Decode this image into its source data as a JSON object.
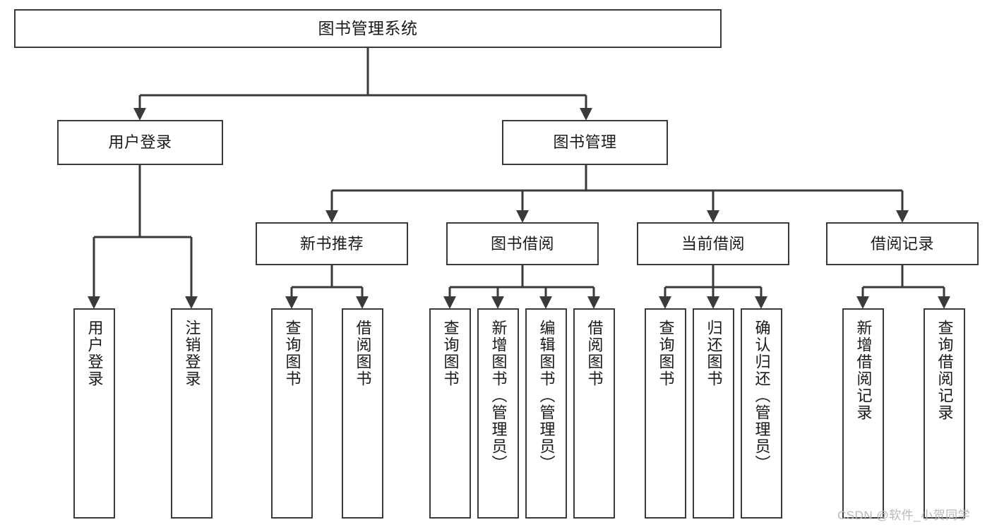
{
  "diagram": {
    "title": "图书管理系统",
    "type": "functional-decomposition-tree",
    "root": {
      "id": "root",
      "label": "图书管理系统"
    },
    "level2": [
      {
        "id": "user-login",
        "label": "用户登录"
      },
      {
        "id": "book-management",
        "label": "图书管理"
      }
    ],
    "level3": [
      {
        "id": "new-book-recommend",
        "label": "新书推荐",
        "parent": "book-management"
      },
      {
        "id": "book-borrow",
        "label": "图书借阅",
        "parent": "book-management"
      },
      {
        "id": "current-borrow",
        "label": "当前借阅",
        "parent": "book-management"
      },
      {
        "id": "borrow-record",
        "label": "借阅记录",
        "parent": "book-management"
      }
    ],
    "leaves": {
      "user-login": [
        {
          "id": "leaf-user-login",
          "label": "用户登录"
        },
        {
          "id": "leaf-user-logout",
          "label": "注销登录"
        }
      ],
      "new-book-recommend": [
        {
          "id": "leaf-query-book-1",
          "label": "查询图书"
        },
        {
          "id": "leaf-borrow-book-1",
          "label": "借阅图书"
        }
      ],
      "book-borrow": [
        {
          "id": "leaf-query-book-2",
          "label": "查询图书"
        },
        {
          "id": "leaf-add-book",
          "label": "新增图书（管理员）"
        },
        {
          "id": "leaf-edit-book",
          "label": "编辑图书（管理员）"
        },
        {
          "id": "leaf-borrow-book-2",
          "label": "借阅图书"
        }
      ],
      "current-borrow": [
        {
          "id": "leaf-query-book-3",
          "label": "查询图书"
        },
        {
          "id": "leaf-return-book",
          "label": "归还图书"
        },
        {
          "id": "leaf-confirm-return",
          "label": "确认归还（管理员）"
        }
      ],
      "borrow-record": [
        {
          "id": "leaf-add-record",
          "label": "新增借阅记录"
        },
        {
          "id": "leaf-query-record",
          "label": "查询借阅记录"
        }
      ]
    }
  },
  "watermark": {
    "text": "CSDN @软件_小贺同学"
  },
  "colors": {
    "stroke": "#3a3a3a",
    "background": "#ffffff",
    "text": "#1a1a1a",
    "watermark": "#b9b9b9"
  }
}
